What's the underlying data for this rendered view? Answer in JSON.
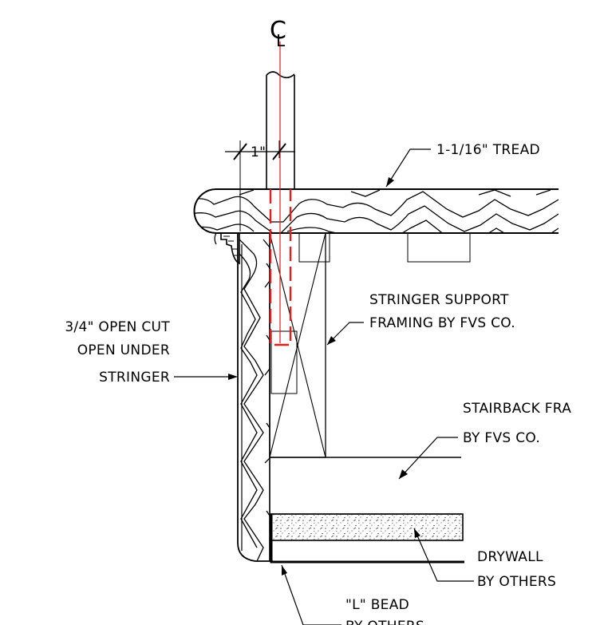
{
  "labels": {
    "centerline": "C",
    "centerline_sub": "L",
    "dimension": "1\"",
    "tread": "1-1/16\" TREAD",
    "stringer_support": [
      "STRINGER SUPPORT",
      "FRAMING BY FVS CO."
    ],
    "open_cut": [
      "3/4\" OPEN CUT",
      "OPEN UNDER",
      "STRINGER"
    ],
    "stairback": [
      "STAIRBACK FRA",
      "BY FVS CO."
    ],
    "drywall": [
      "DRYWALL",
      "BY OTHERS"
    ],
    "l_bead": [
      "\"L\" BEAD",
      "BY OTHERS"
    ]
  },
  "colors": {
    "line": "#000000",
    "centerline": "#e0201c",
    "background": "#ffffff"
  }
}
